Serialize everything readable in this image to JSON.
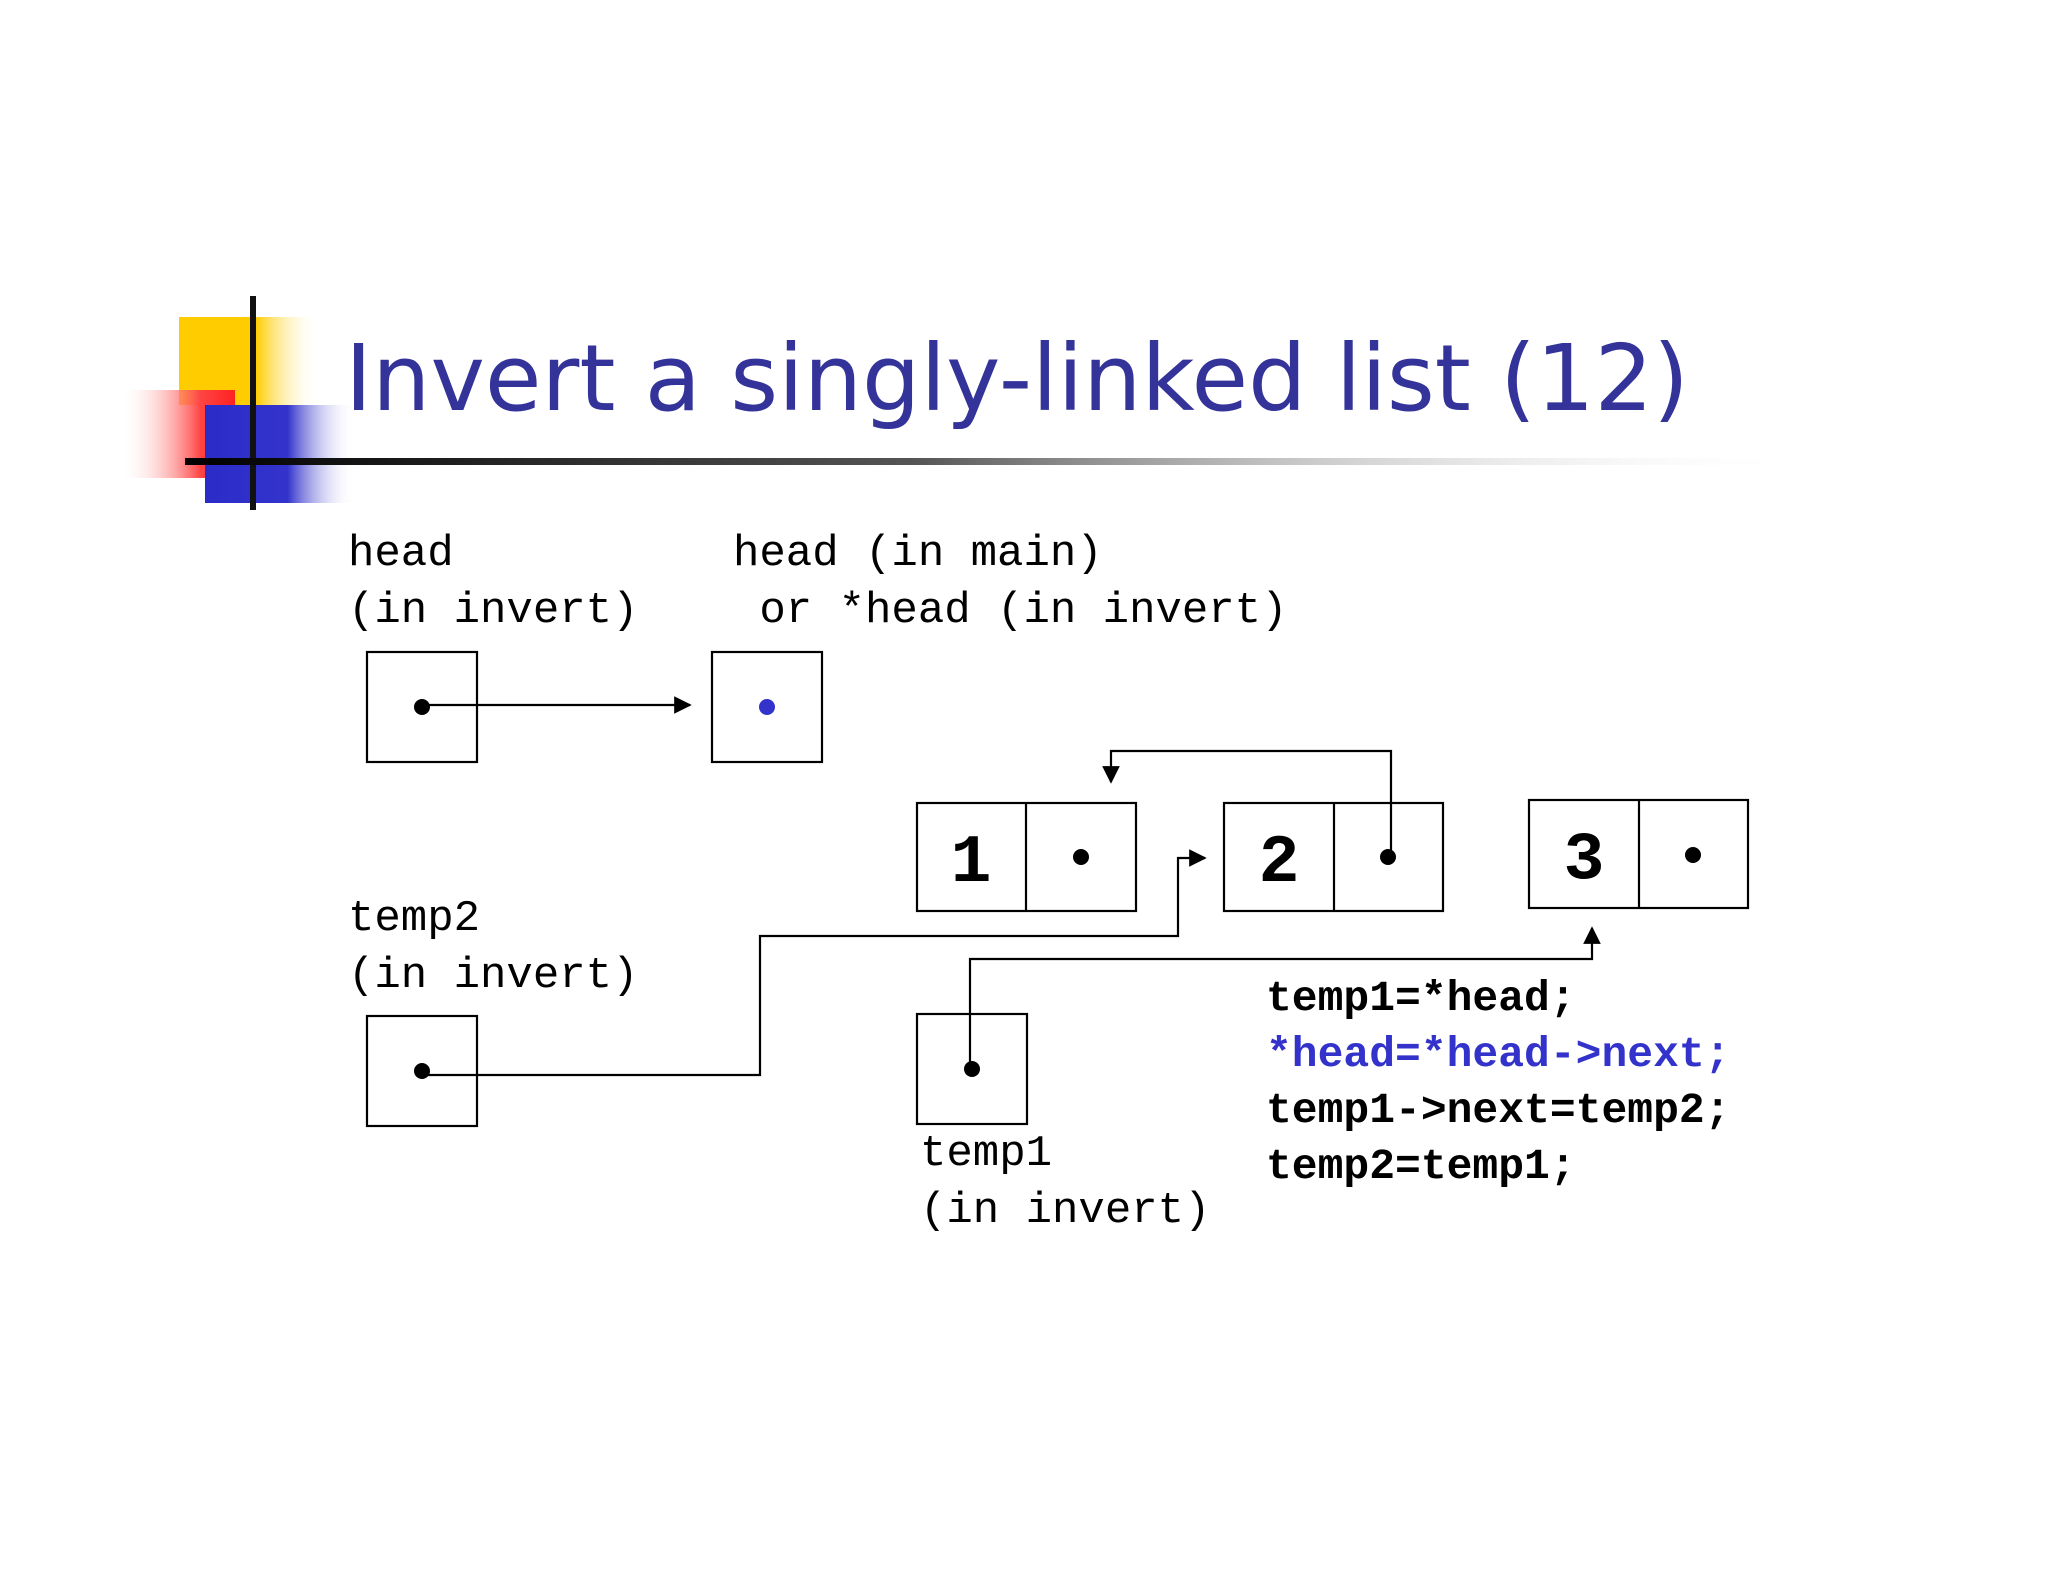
{
  "slide": {
    "title": "Invert a singly-linked list (12)",
    "colors": {
      "title": "#333399",
      "yellow_square": "#ffcc00",
      "red_square": "#ff3333",
      "blue_square": "#3333cc",
      "highlight_code": "#3333cc",
      "highlight_dot": "#3333cc"
    }
  },
  "labels": {
    "head_invert": {
      "line1": "head",
      "line2": "(in invert)"
    },
    "head_main": {
      "line1": "head (in main)",
      "line2": " or *head (in invert)"
    },
    "temp2": {
      "line1": "temp2",
      "line2": "(in invert)"
    },
    "temp1": {
      "line1": "temp1",
      "line2": "(in invert)"
    }
  },
  "nodes": [
    {
      "value": "1"
    },
    {
      "value": "2"
    },
    {
      "value": "3"
    }
  ],
  "code_lines": [
    {
      "text": "temp1=*head;",
      "highlight": false
    },
    {
      "text": "*head=*head->next;",
      "highlight": true
    },
    {
      "text": "temp1->next=temp2;",
      "highlight": false
    },
    {
      "text": "temp2=temp1;",
      "highlight": false
    }
  ]
}
